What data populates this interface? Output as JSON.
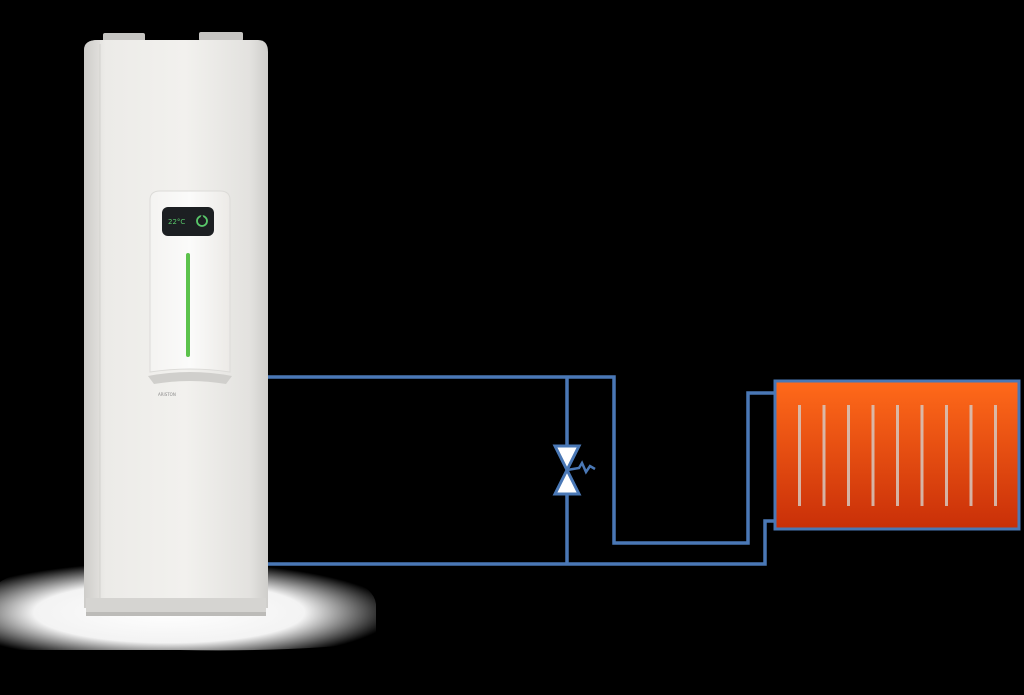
{
  "colors": {
    "background": "#000000",
    "pipe": "#4a78b6",
    "unit_body": "#eeedeb",
    "display": "#1c1f22",
    "display_text": "#59c86a",
    "indicator": "#5cc24b",
    "radiator_light": "#ff6a1a",
    "radiator_dark": "#c92f08",
    "radiator_fin": "#d6c8c0",
    "valve_fill": "#ffffff"
  },
  "heat_pump": {
    "display_reading": "22°C",
    "brand": "ARISTON",
    "display_icon": "power-ring-icon"
  },
  "valve": {
    "icon": "bypass-valve-icon"
  },
  "radiator": {
    "fin_count": 9
  }
}
